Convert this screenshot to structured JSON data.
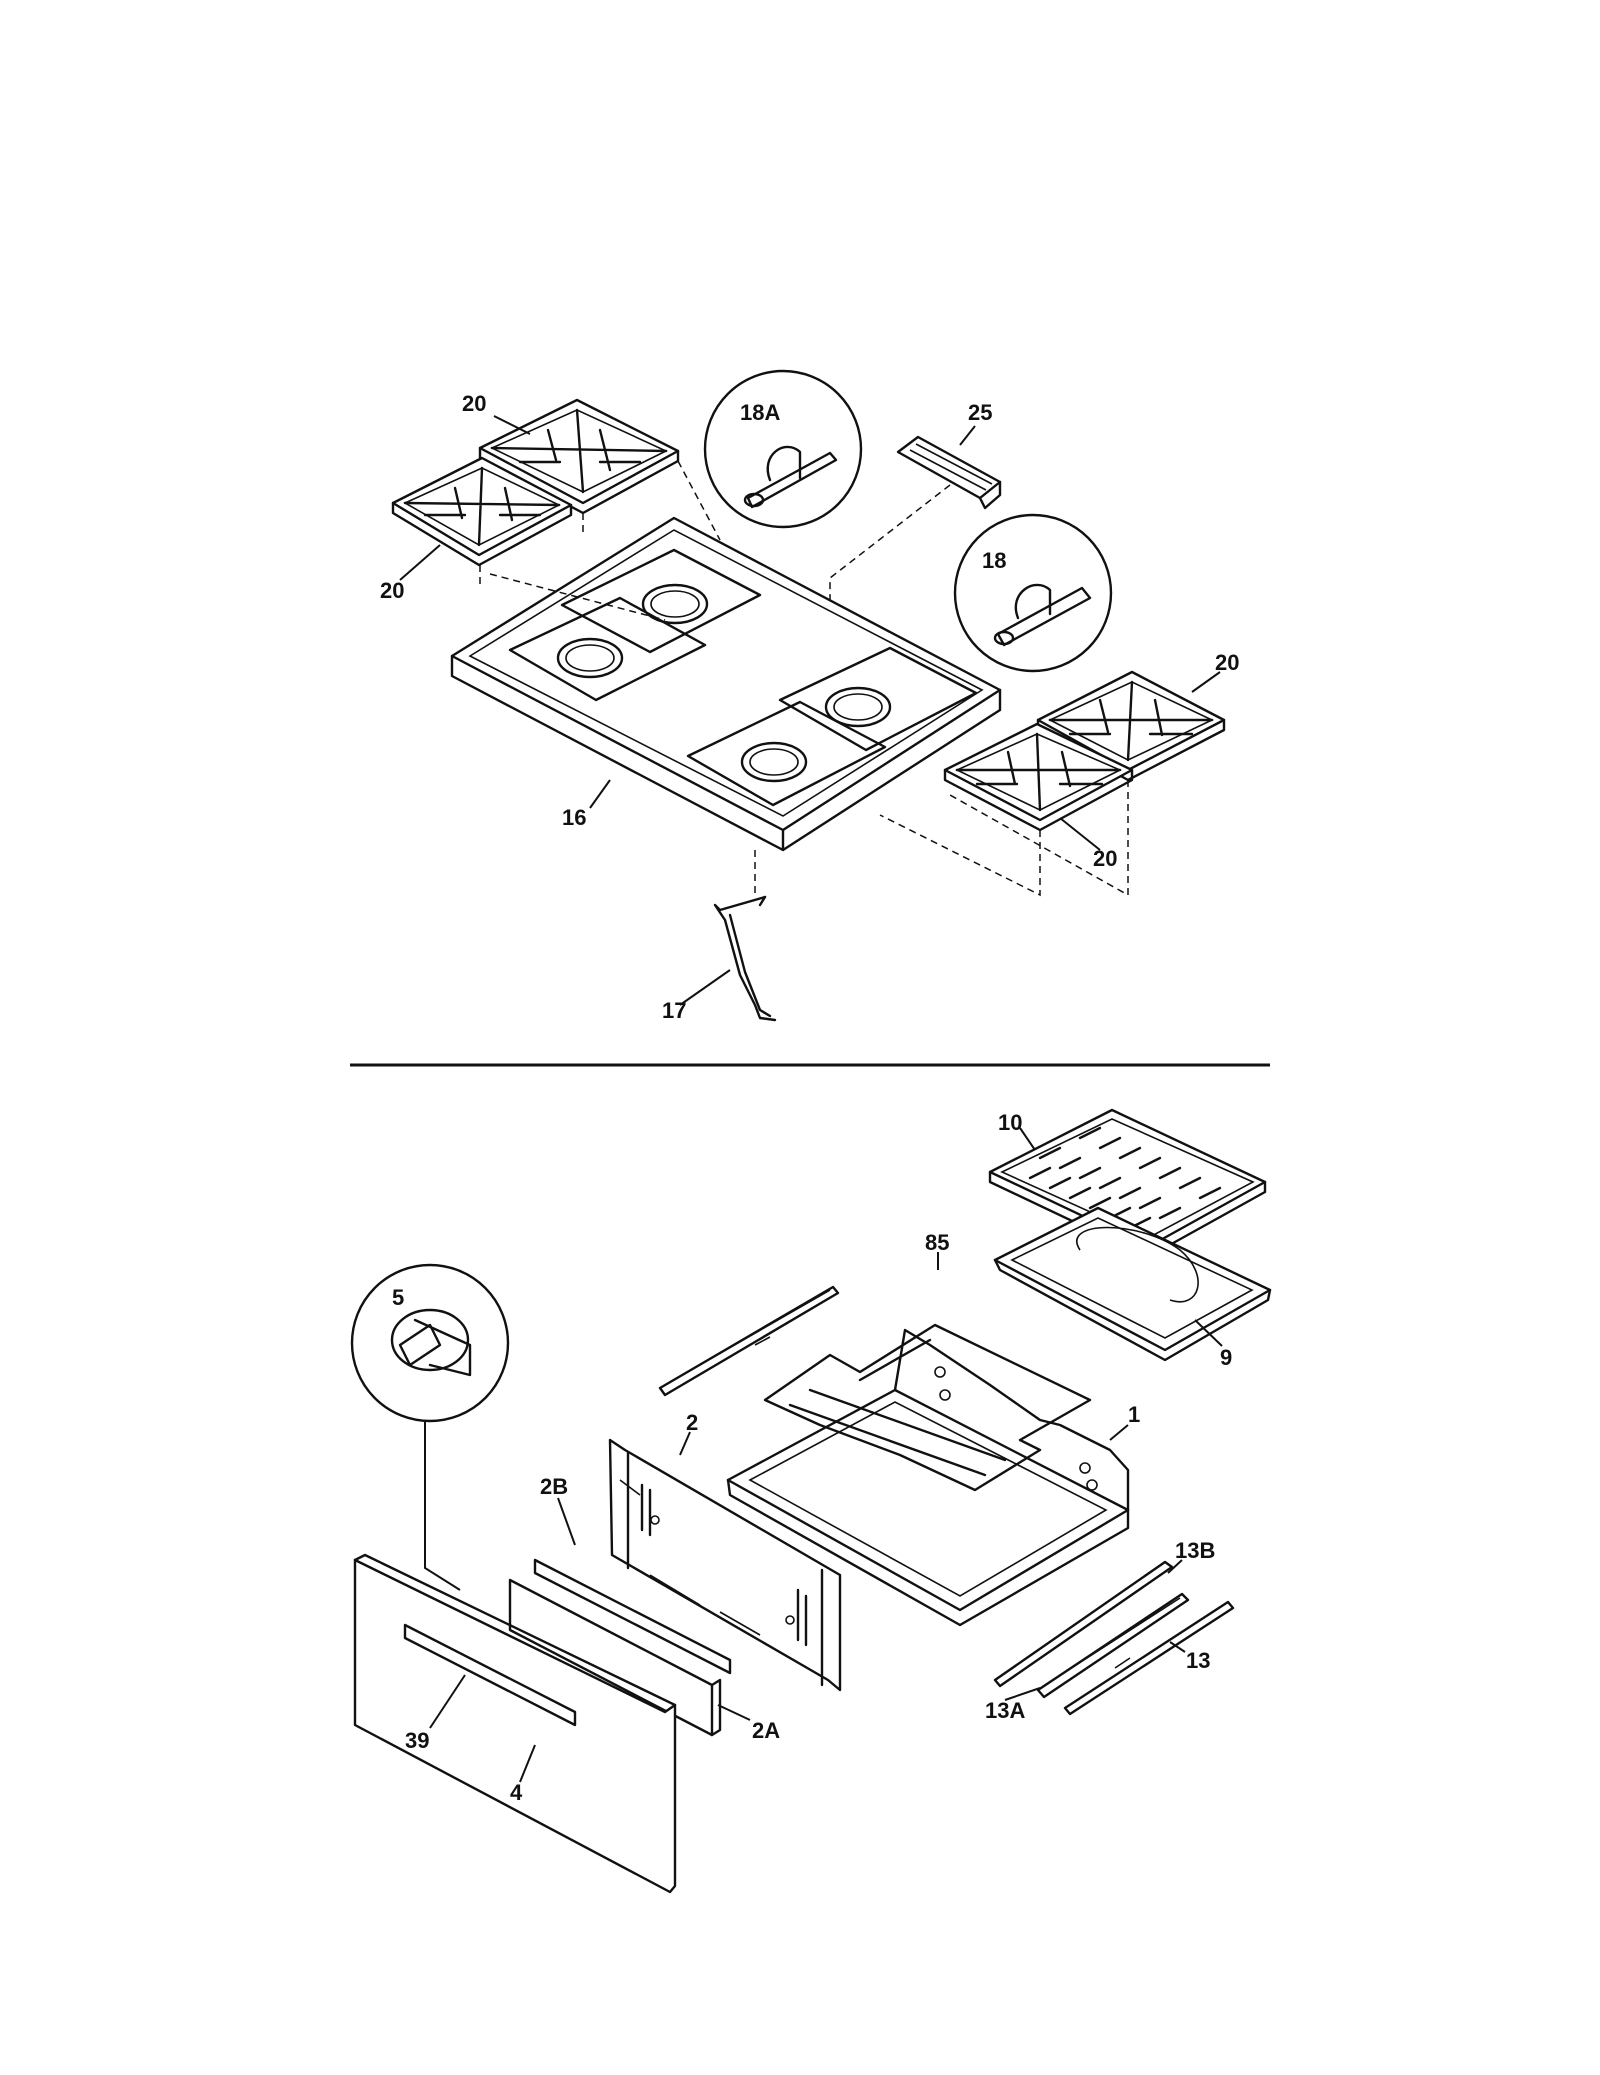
{
  "callouts": {
    "c20a": "20",
    "c20b": "20",
    "c20c": "20",
    "c20d": "20",
    "c18a": "18A",
    "c25": "25",
    "c18": "18",
    "c16": "16",
    "c17": "17",
    "c10": "10",
    "c85": "85",
    "c9": "9",
    "c5": "5",
    "c1": "1",
    "c2": "2",
    "c2b": "2B",
    "c13b": "13B",
    "c13": "13",
    "c13a": "13A",
    "c2a": "2A",
    "c39": "39",
    "c4": "4"
  }
}
